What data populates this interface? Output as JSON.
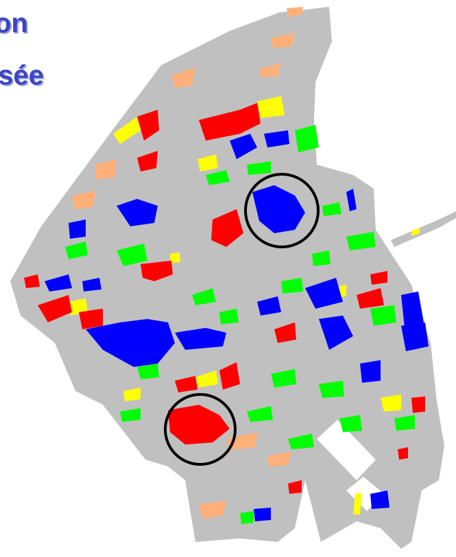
{
  "title": {
    "line1": "on",
    "line2": "isée"
  },
  "colors": {
    "background": "#ffffff",
    "territory": "#c0c0c0",
    "class_red": "#ff0000",
    "class_blue": "#0000ff",
    "class_green": "#00ff00",
    "class_yellow": "#ffff00",
    "class_orange": "#ffb07a",
    "highlight_ring": "#000000",
    "title": "#3b45c2"
  },
  "highlights": [
    {
      "name": "blue-cluster-highlight",
      "color": "#0000ff"
    },
    {
      "name": "red-cluster-highlight",
      "color": "#ff0000"
    }
  ]
}
